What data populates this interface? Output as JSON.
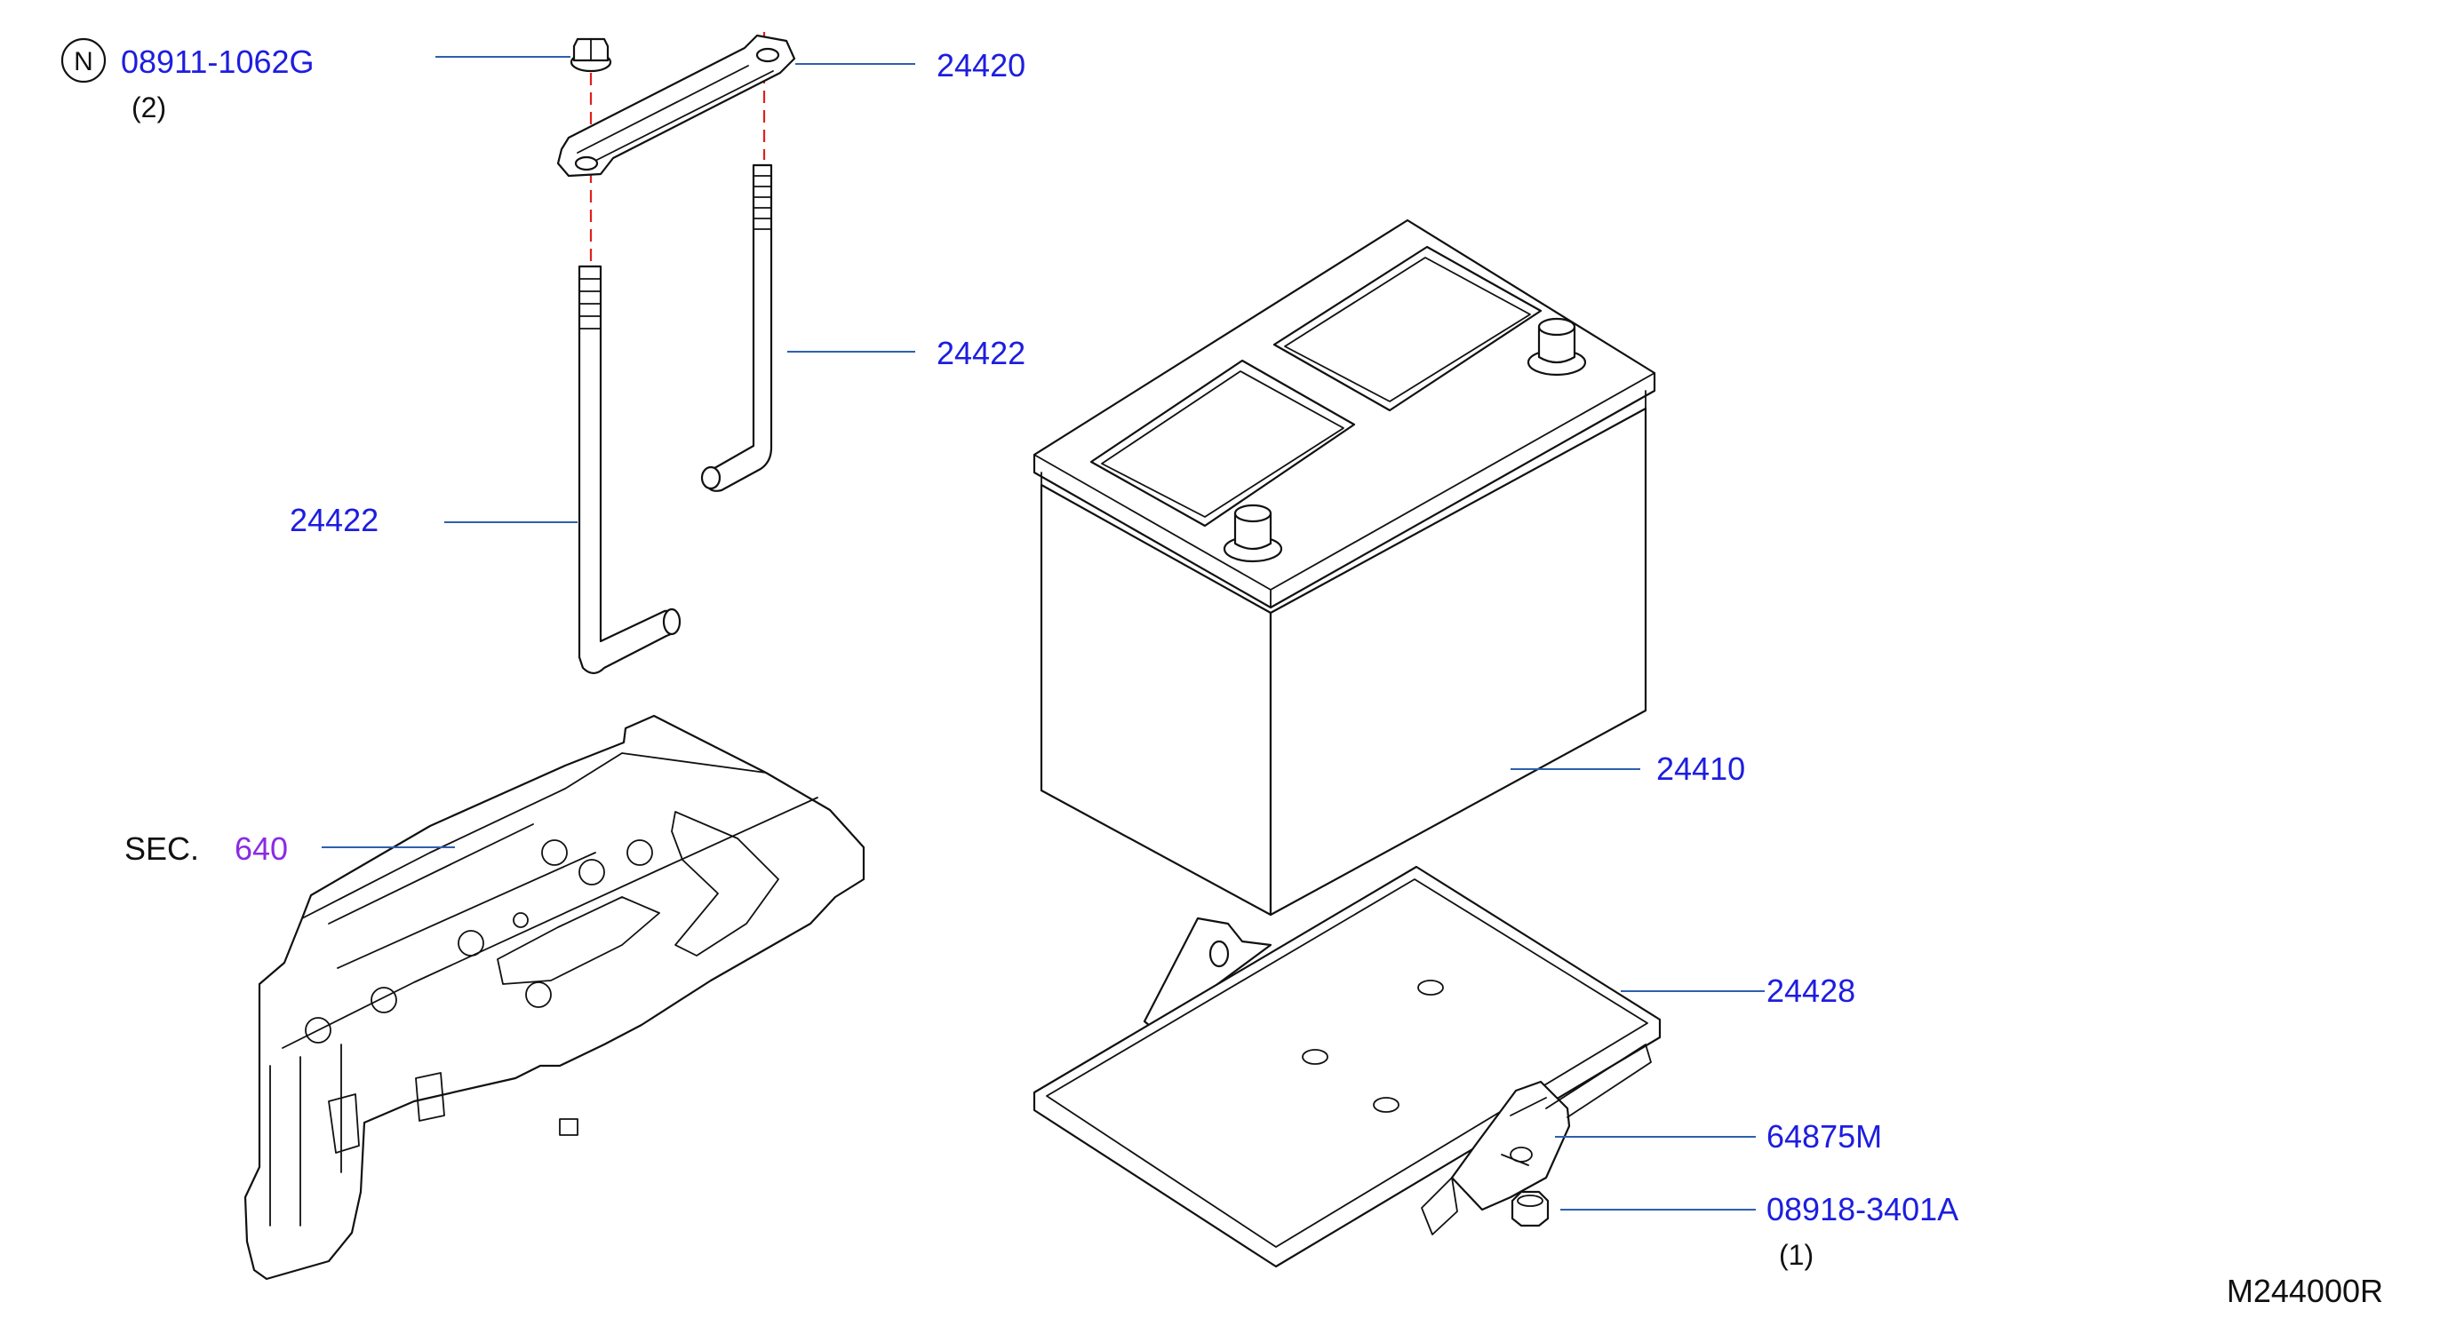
{
  "callouts": {
    "bolt": {
      "code": "08911-1062G",
      "qty": "(2)",
      "mark": "N"
    },
    "bracket": {
      "code": "24420"
    },
    "rod_right": {
      "code": "24422"
    },
    "rod_left": {
      "code": "24422"
    },
    "battery": {
      "code": "24410"
    },
    "reference": {
      "prefix": "SEC.",
      "number": "640"
    },
    "tray": {
      "code": "24428"
    },
    "bracket_tray": {
      "code": "64875M"
    },
    "nut": {
      "code": "08918-3401A",
      "qty": "(1)"
    }
  },
  "drawing_code": "M244000R"
}
